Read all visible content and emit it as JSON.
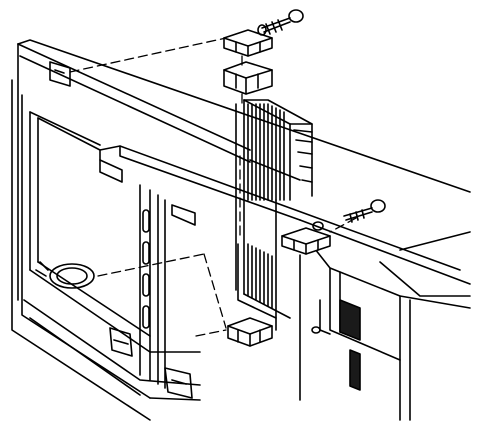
{
  "diagram": {
    "kind": "exploded-assembly-line-drawing",
    "has_text": false,
    "line_color": "#000000",
    "fill_color": "#ffffff",
    "shade_color": "#1a1a1a",
    "parts": [
      "upper-bolt",
      "upper-insulator-cap",
      "upper-insulator-block",
      "radiator-core",
      "right-bolt",
      "right-insulator-cap",
      "lower-insulator",
      "radiator-support-frame",
      "crossmember-bar"
    ]
  }
}
